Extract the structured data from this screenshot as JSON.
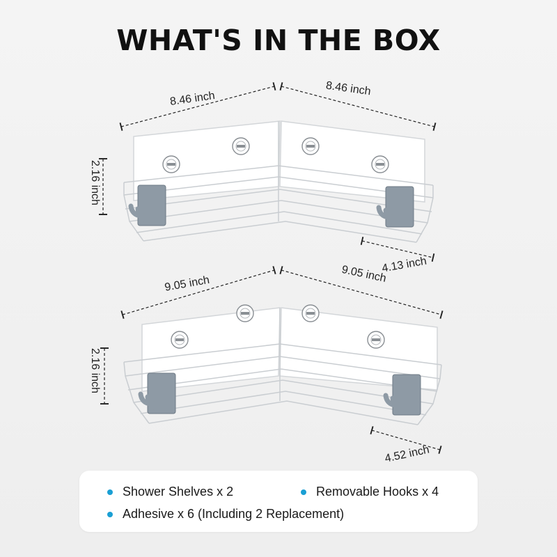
{
  "title": "WHAT'S IN THE BOX",
  "accent_color": "#1a9fd4",
  "top_shelf": {
    "left_width": "8.46 inch",
    "right_width": "8.46 inch",
    "height": "2.16 inch",
    "depth": "4.13 inch"
  },
  "bottom_shelf": {
    "left_width": "9.05 inch",
    "right_width": "9.05 inch",
    "height": "2.16 inch",
    "depth": "4.52 inch"
  },
  "contents": [
    "Shower Shelves x 2",
    "Removable Hooks x 4",
    "Adhesive x 6 (Including 2 Replacement)"
  ]
}
